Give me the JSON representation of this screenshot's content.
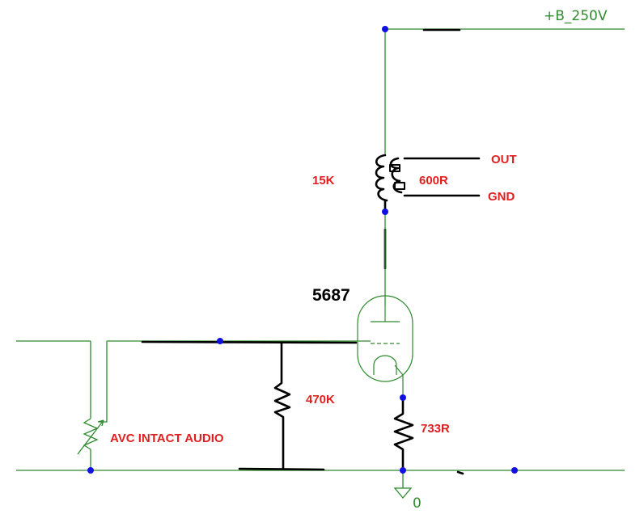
{
  "rail_label": "+B_250V",
  "tube_label": "5687",
  "plate_resistor": "15K",
  "output_impedance": "600R",
  "out_label": "OUT",
  "gnd_label": "GND",
  "grid_resistor": "470K",
  "cathode_resistor": "733R",
  "pot_label": "AVC INTACT AUDIO",
  "ground_label": "0",
  "colors": {
    "wire": "#2e8b2e",
    "node": "#1010e0",
    "label": "#e02020"
  }
}
